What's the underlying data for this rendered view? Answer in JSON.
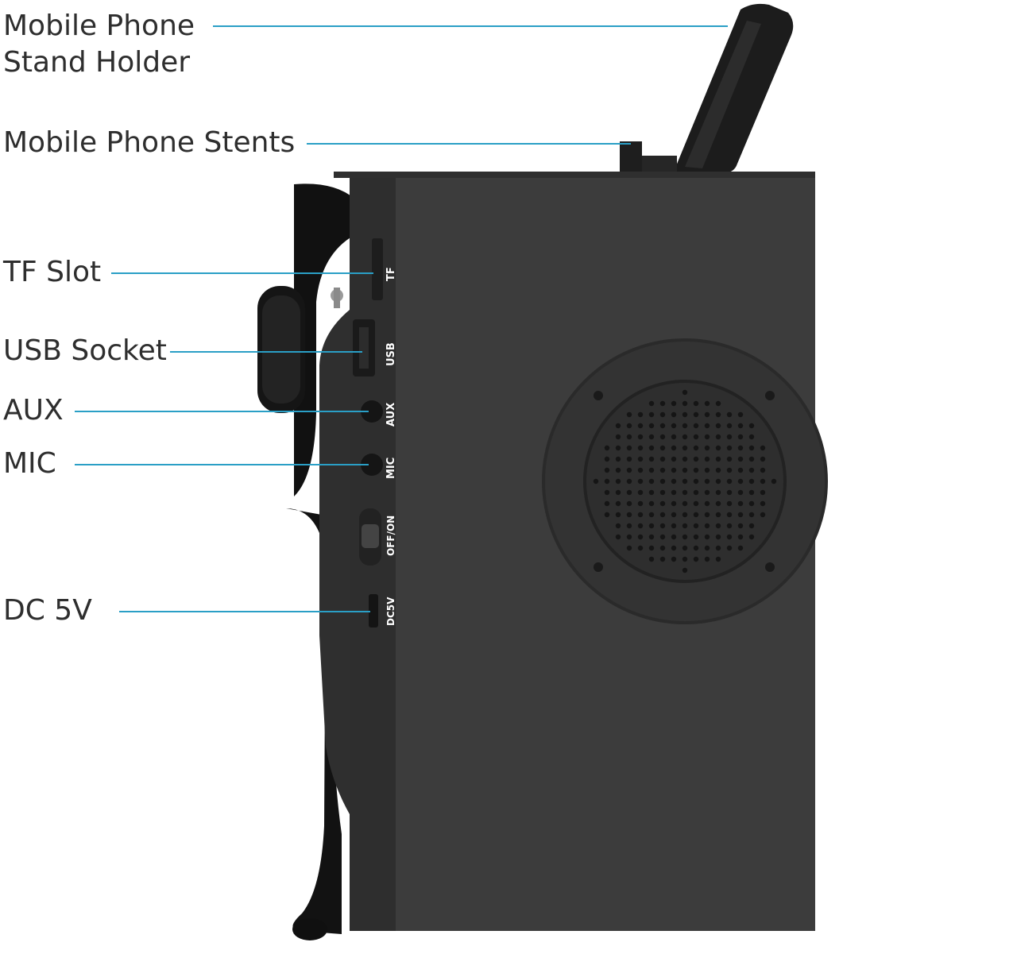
{
  "callouts": {
    "stand_holder": {
      "line1": "Mobile Phone",
      "line2": "Stand Holder"
    },
    "stents": "Mobile Phone Stents",
    "tf_slot": "TF Slot",
    "usb_socket": "USB Socket",
    "aux": "AUX",
    "mic": "MIC",
    "dc_5v": "DC 5V"
  },
  "port_labels": {
    "tf": "TF",
    "usb": "USB",
    "aux": "AUX",
    "mic": "MIC",
    "switch": "OFF/ON",
    "dc": "DC5V"
  },
  "colors": {
    "accent_line": "#2a9fc6",
    "body": "#3d3d3d",
    "label_text": "#2e2e2e"
  }
}
